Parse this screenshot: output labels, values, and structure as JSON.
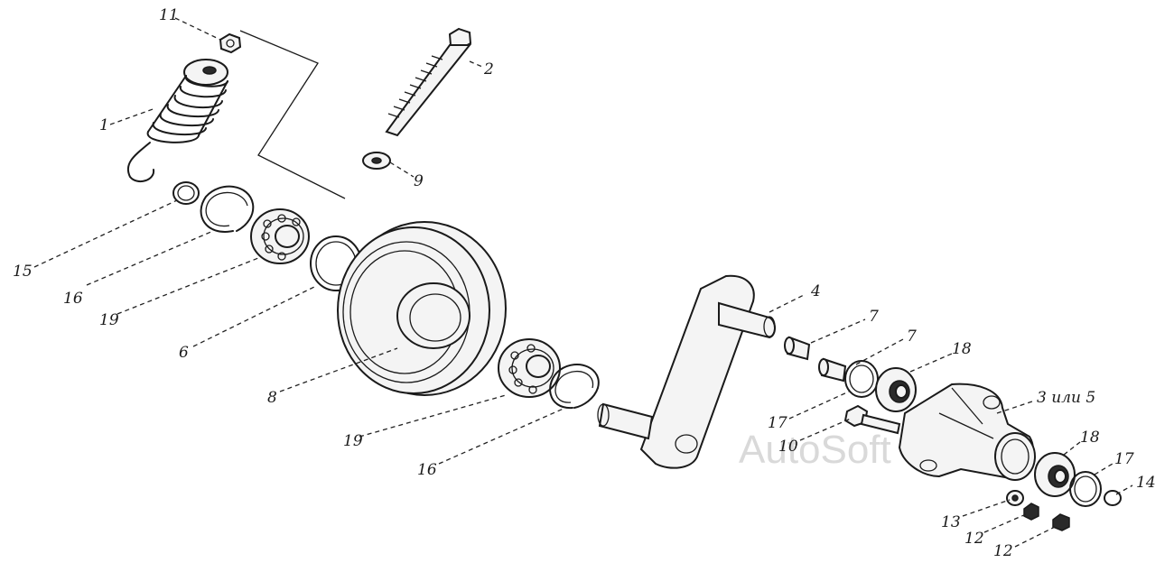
{
  "labels": {
    "l1": "1",
    "l2": "2",
    "l3": "3 или 5",
    "l4": "4",
    "l6": "6",
    "l7a": "7",
    "l7b": "7",
    "l8": "8",
    "l9": "9",
    "l10": "10",
    "l11": "11",
    "l12a": "12",
    "l12b": "12",
    "l13": "13",
    "l14": "14",
    "l15": "15",
    "l16a": "16",
    "l16b": "16",
    "l17a": "17",
    "l17b": "17",
    "l18a": "18",
    "l18b": "18",
    "l19a": "19",
    "l19b": "19"
  },
  "watermark": "AutoSoft"
}
